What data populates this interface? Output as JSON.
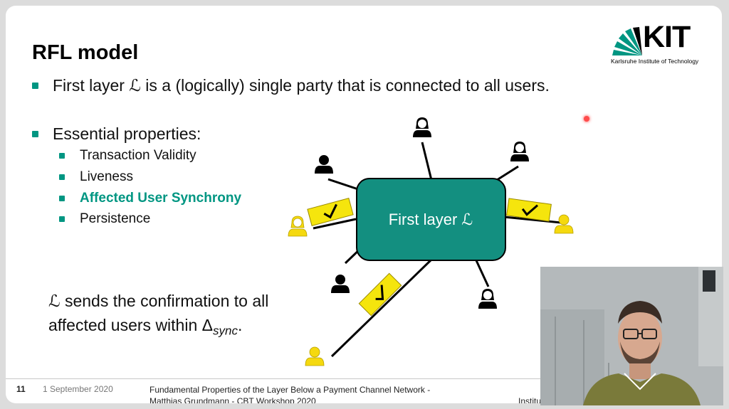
{
  "slide": {
    "title": "RFL model",
    "bullet1": "First layer ℒ is a (logically) single party that is connected to all users.",
    "bullet2": "Essential properties:",
    "properties": [
      "Transaction Validity",
      "Liveness",
      "Affected User Synchrony",
      "Persistence"
    ],
    "highlighted_property": "Affected User Synchrony",
    "statement_line1": "ℒ sends the confirmation to all",
    "statement_line2_prefix": "affected users within Δ",
    "statement_subscript": "sync",
    "statement_suffix": ".",
    "center_box_label": "First layer ℒ"
  },
  "logo": {
    "name": "KIT",
    "subtitle": "Karlsruhe Institute of Technology"
  },
  "footer": {
    "page_number": "11",
    "date": "1 September 2020",
    "title_line1": "Fundamental Properties of the Layer Below a Payment Channel Network -",
    "title_line2": "Matthias Grundmann - CBT Workshop 2020",
    "institute_partial": "Institu"
  },
  "colors": {
    "accent": "#009682",
    "center_box": "#138f80",
    "highlight_user": "#f5d90f",
    "confirmation": "#f5e50d"
  },
  "icons": {
    "user_black": "user-icon",
    "user_yellow": "highlighted-user-icon",
    "check": "check-icon"
  }
}
